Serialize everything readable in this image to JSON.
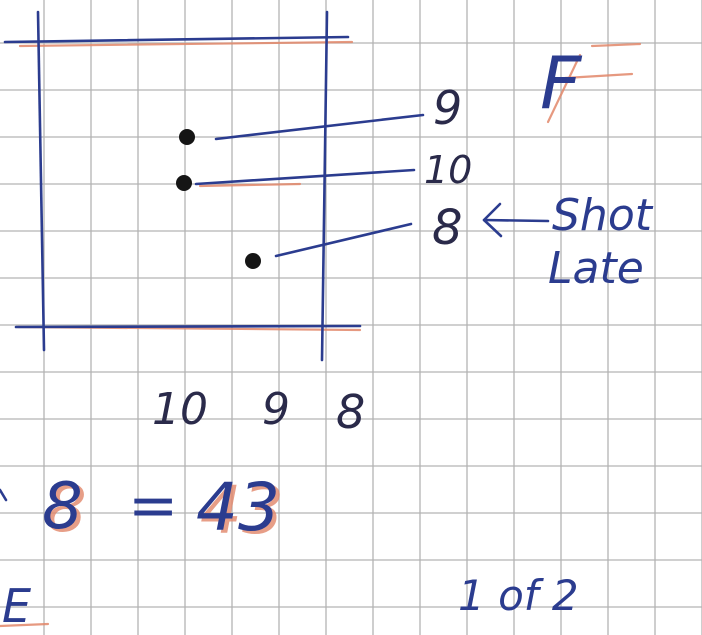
{
  "colors": {
    "paper": "#ffffff",
    "grid": "#b3b3b3",
    "ink_blue": "#2b3c8f",
    "ink_dark": "#2a2a4a",
    "ink_red": "#e2876a",
    "dot": "#151515"
  },
  "target": {
    "shots": [
      {
        "score": "9"
      },
      {
        "score": "10"
      },
      {
        "score": "8",
        "note": [
          "Shot",
          "Late"
        ]
      }
    ]
  },
  "corner_mark": "F",
  "scores_row": [
    "10",
    "9",
    "8"
  ],
  "total": {
    "left": "8",
    "equals": "=",
    "value": "43"
  },
  "bottom_left_mark": "E",
  "page_label": "1 of 2"
}
